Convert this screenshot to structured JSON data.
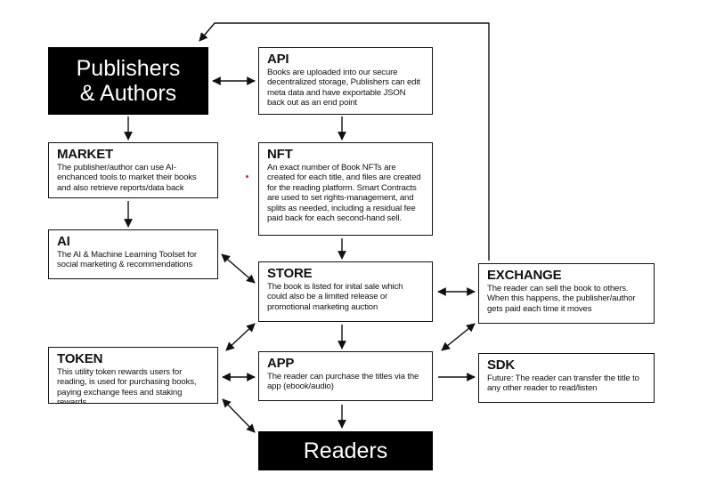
{
  "nodes": {
    "publishers": {
      "line1": "Publishers",
      "line2": "& Authors"
    },
    "readers": {
      "label": "Readers"
    },
    "api": {
      "title": "API",
      "desc": "Books are uploaded into our secure decentralized storage, Publishers can edit meta data and have exportable JSON back out as an end point"
    },
    "market": {
      "title": "MARKET",
      "desc": "The publisher/author can use AI-enchanced tools to market their books and also retrieve reports/data back"
    },
    "nft": {
      "title": "NFT",
      "desc": "An exact number of Book NFTs are created for each title, and files are created for the reading platform. Smart Contracts are used to set rights-management, and splits as needed, including a residual fee paid back for each second-hand sell."
    },
    "ai": {
      "title": "AI",
      "desc": "The AI & Machine Learning Toolset for social marketing & recommendations"
    },
    "store": {
      "title": "STORE",
      "desc": "The book is listed for inital sale which could also be a limited release or promotional marketing auction"
    },
    "exchange": {
      "title": "EXCHANGE",
      "desc": "The reader can sell the book to others. When this happens, the publisher/author gets paid each time it moves"
    },
    "token": {
      "title": "TOKEN",
      "desc": "This utility token rewards users for reading, is used for purchasing books, paying exchange fees and staking rewards."
    },
    "app": {
      "title": "APP",
      "desc": "The reader can purchase the titles via the app (ebook/audio)"
    },
    "sdk": {
      "title": "SDK",
      "desc": "Future: The reader can transfer the title to any other reader to read/listen"
    }
  },
  "colors": {
    "ink": "#111111",
    "black_box": "#000000",
    "accent_dot": "#e0211b"
  }
}
